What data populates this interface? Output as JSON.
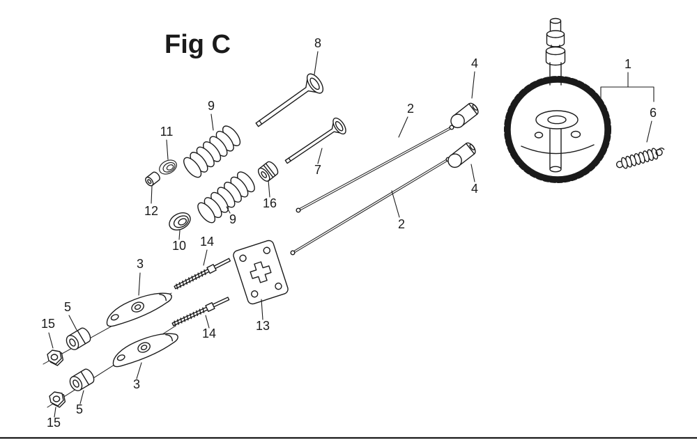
{
  "figure": {
    "title": "Fig C"
  },
  "callouts": [
    "8",
    "9",
    "11",
    "12",
    "10",
    "9",
    "16",
    "7",
    "2",
    "2",
    "4",
    "4",
    "1",
    "6",
    "14",
    "14",
    "13",
    "3",
    "3",
    "5",
    "5",
    "15",
    "15"
  ],
  "colors": {
    "ink": "#1a1a1a",
    "paper": "#ffffff"
  }
}
